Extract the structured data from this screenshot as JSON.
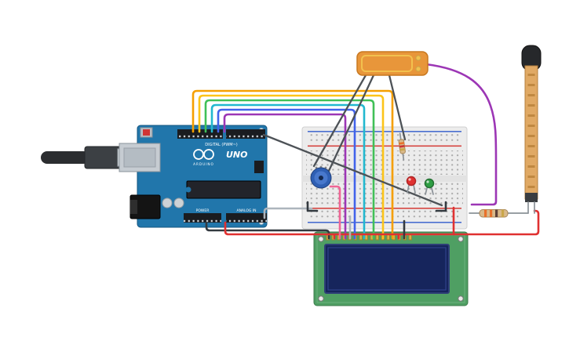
{
  "canvas": {
    "background": "#ffffff"
  },
  "arduino": {
    "labels": {
      "digital": "DIGITAL (PWM~)",
      "power": "POWER",
      "analog": "ANALOG IN",
      "brand": "ARDUINO",
      "model": "UNO"
    },
    "colors": {
      "board": "#2176ab",
      "header": "#1a1c20",
      "chip": "#22242a"
    }
  },
  "breadboard": {
    "colors": {
      "body": "#ececec",
      "positive_rail": "#d64541",
      "negative_rail": "#4a6fd0"
    }
  },
  "lcd": {
    "colors": {
      "board": "#4f9f63",
      "screen": "#16255c"
    }
  },
  "sensor_module": {
    "colors": {
      "body": "#e8963a",
      "accent": "#f2c14e"
    }
  },
  "flex_sensor": {
    "colors": {
      "body": "#e0a964",
      "tip": "#26282b"
    }
  },
  "potentiometer": {
    "colors": {
      "knob": "#2f5fb3"
    }
  },
  "leds": {
    "red": "#e03131",
    "green": "#2f9e44"
  },
  "wire_colors": {
    "orange": "#f59f00",
    "yellow": "#fcc419",
    "green": "#40c057",
    "cyan": "#22b8cf",
    "blue": "#4263eb",
    "purple": "#9c36b5",
    "pink": "#f06595",
    "gray": "#adb5bd",
    "red": "#e03131",
    "black": "#343a40",
    "dark": "#4d5257"
  }
}
